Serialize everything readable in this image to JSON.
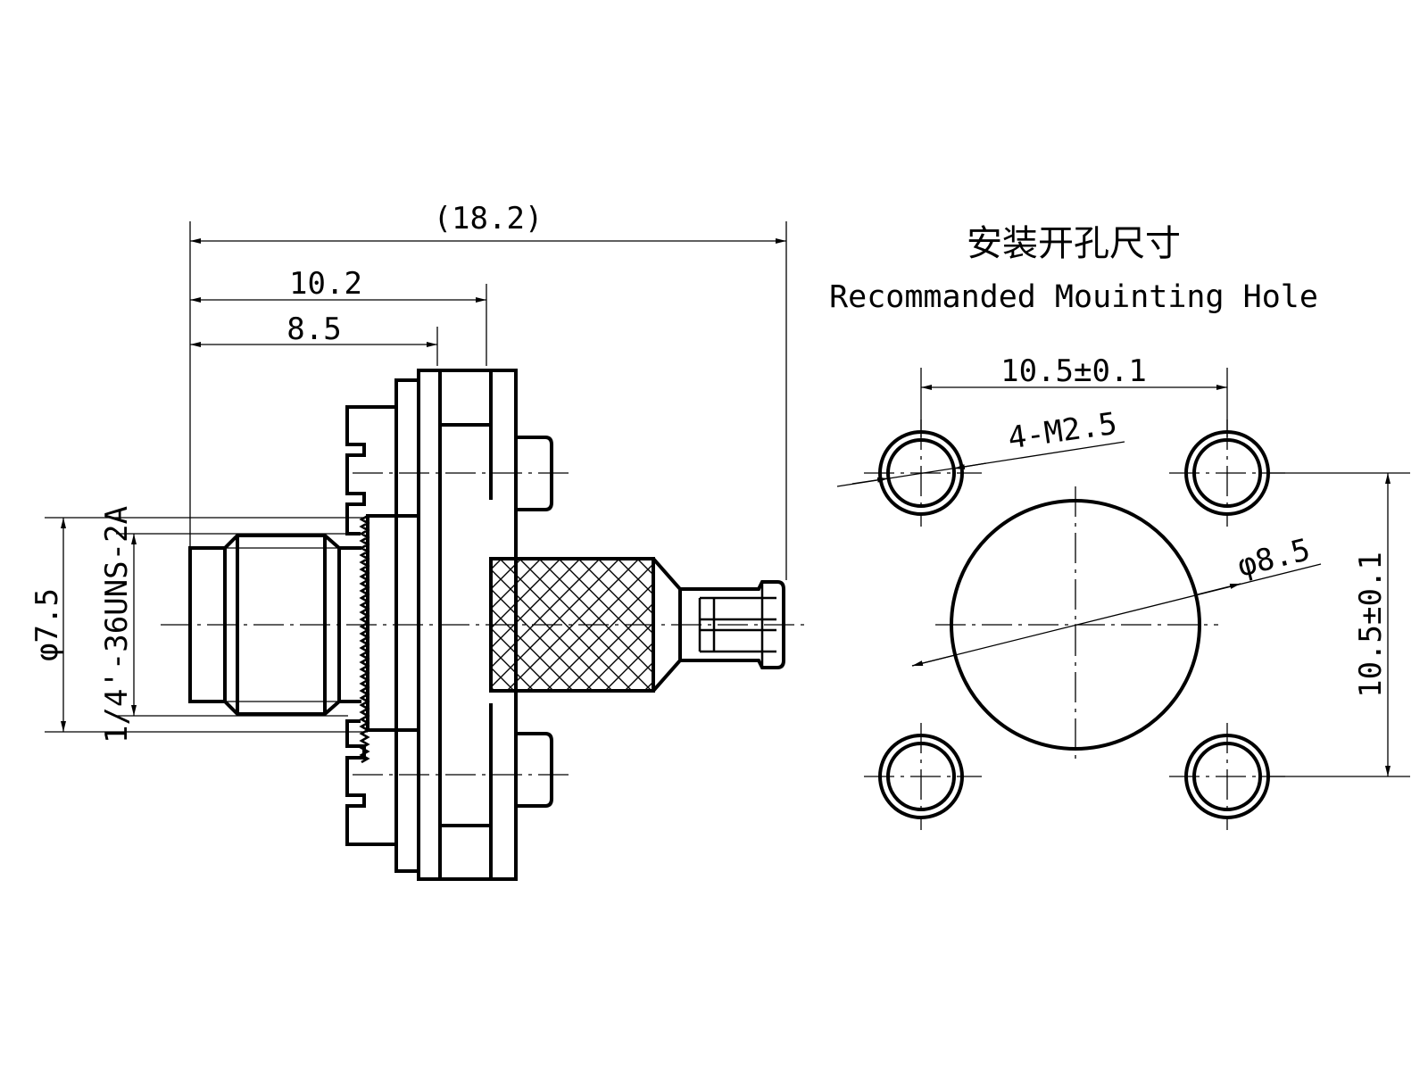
{
  "side_view": {
    "dim_overall": "(18.2)",
    "dim_flange": "10.2",
    "dim_body": "8.5",
    "dim_diameter": "φ7.5",
    "thread_spec": "1/4'-36UNS-2A"
  },
  "mounting_hole": {
    "title_cn": "安装开孔尺寸",
    "title_en": "Recommanded Mouinting Hole",
    "dim_horizontal": "10.5±0.1",
    "dim_vertical": "10.5±0.1",
    "dim_screw": "4-M2.5",
    "dim_center_hole": "φ8.5"
  }
}
